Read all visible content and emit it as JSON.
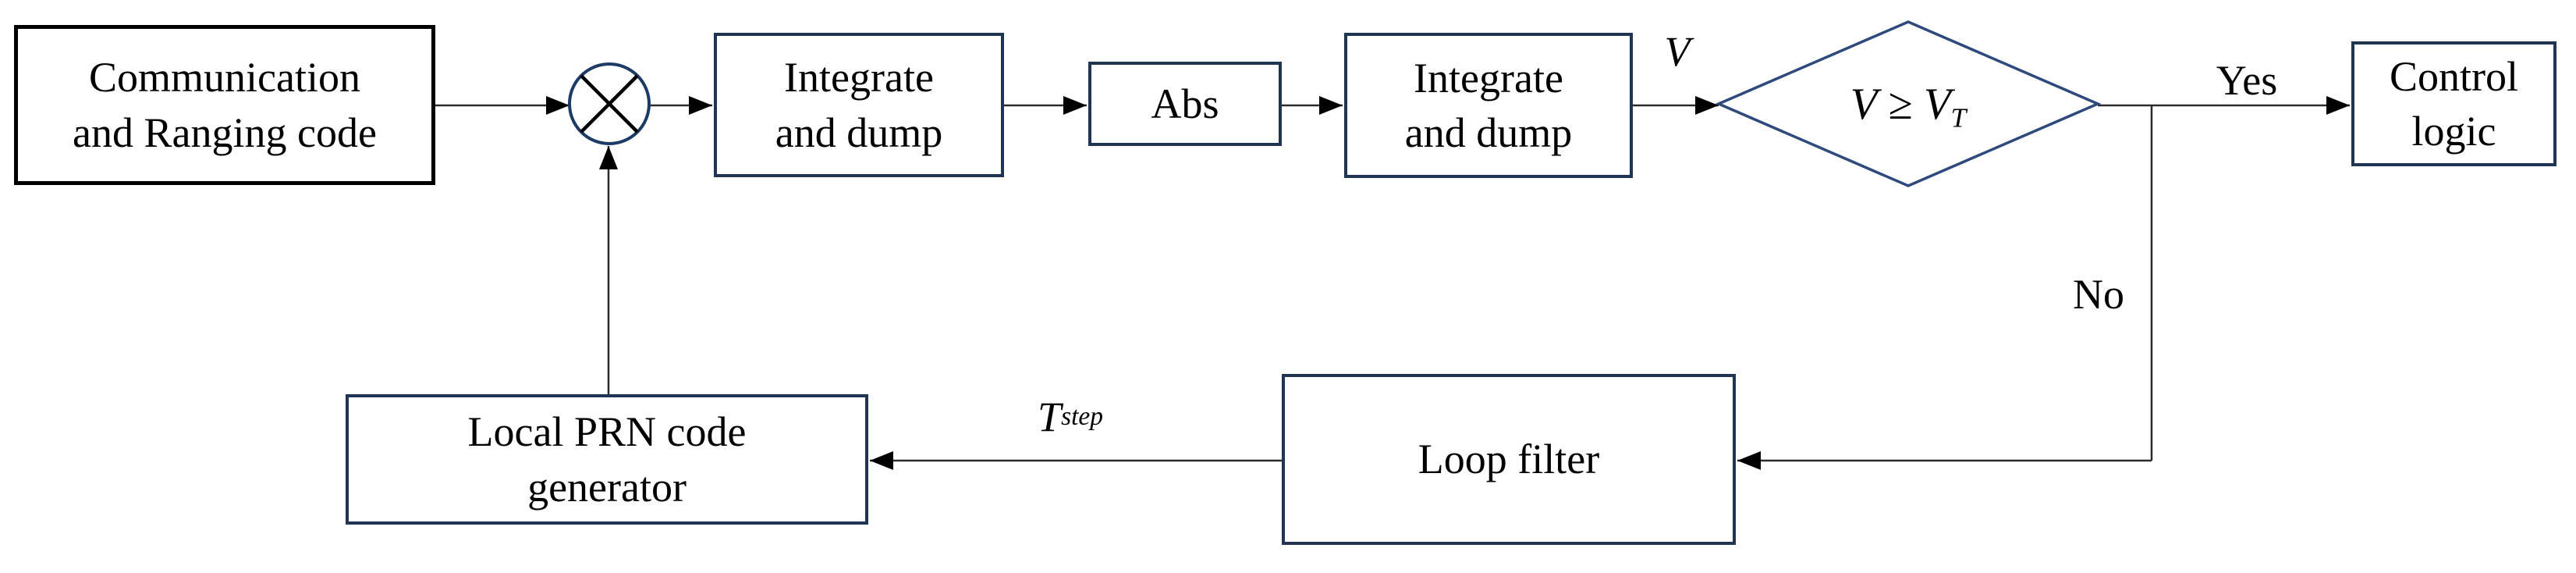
{
  "diagram_type": "block-diagram-flowchart",
  "colors": {
    "background": "#ffffff",
    "black_box_border": "#000000",
    "navy_box_border": "#1f3552",
    "diamond_border": "#2e4a7d",
    "mixer_circle_border": "#1e3a66",
    "connector_line": "#2b2b2b",
    "text": "#000000"
  },
  "nodes": {
    "comm_code": {
      "text": "Communication\nand Ranging code"
    },
    "integrate_dump_1": {
      "text": "Integrate\nand dump"
    },
    "abs": {
      "text": "Abs"
    },
    "integrate_dump_2": {
      "text": "Integrate\nand dump"
    },
    "decision": {
      "lhs": "V",
      "op": "≥",
      "rhs_base": "V",
      "rhs_sub": "T"
    },
    "control_logic": {
      "text": "Control\nlogic"
    },
    "loop_filter": {
      "text": "Loop filter"
    },
    "prn_generator": {
      "text": "Local PRN code\ngenerator"
    }
  },
  "labels": {
    "v_signal": "V",
    "yes": "Yes",
    "no": "No",
    "t_step_base": "T",
    "t_step_sub": "step"
  },
  "icons": {
    "multiplier_symbol": "⊗"
  }
}
